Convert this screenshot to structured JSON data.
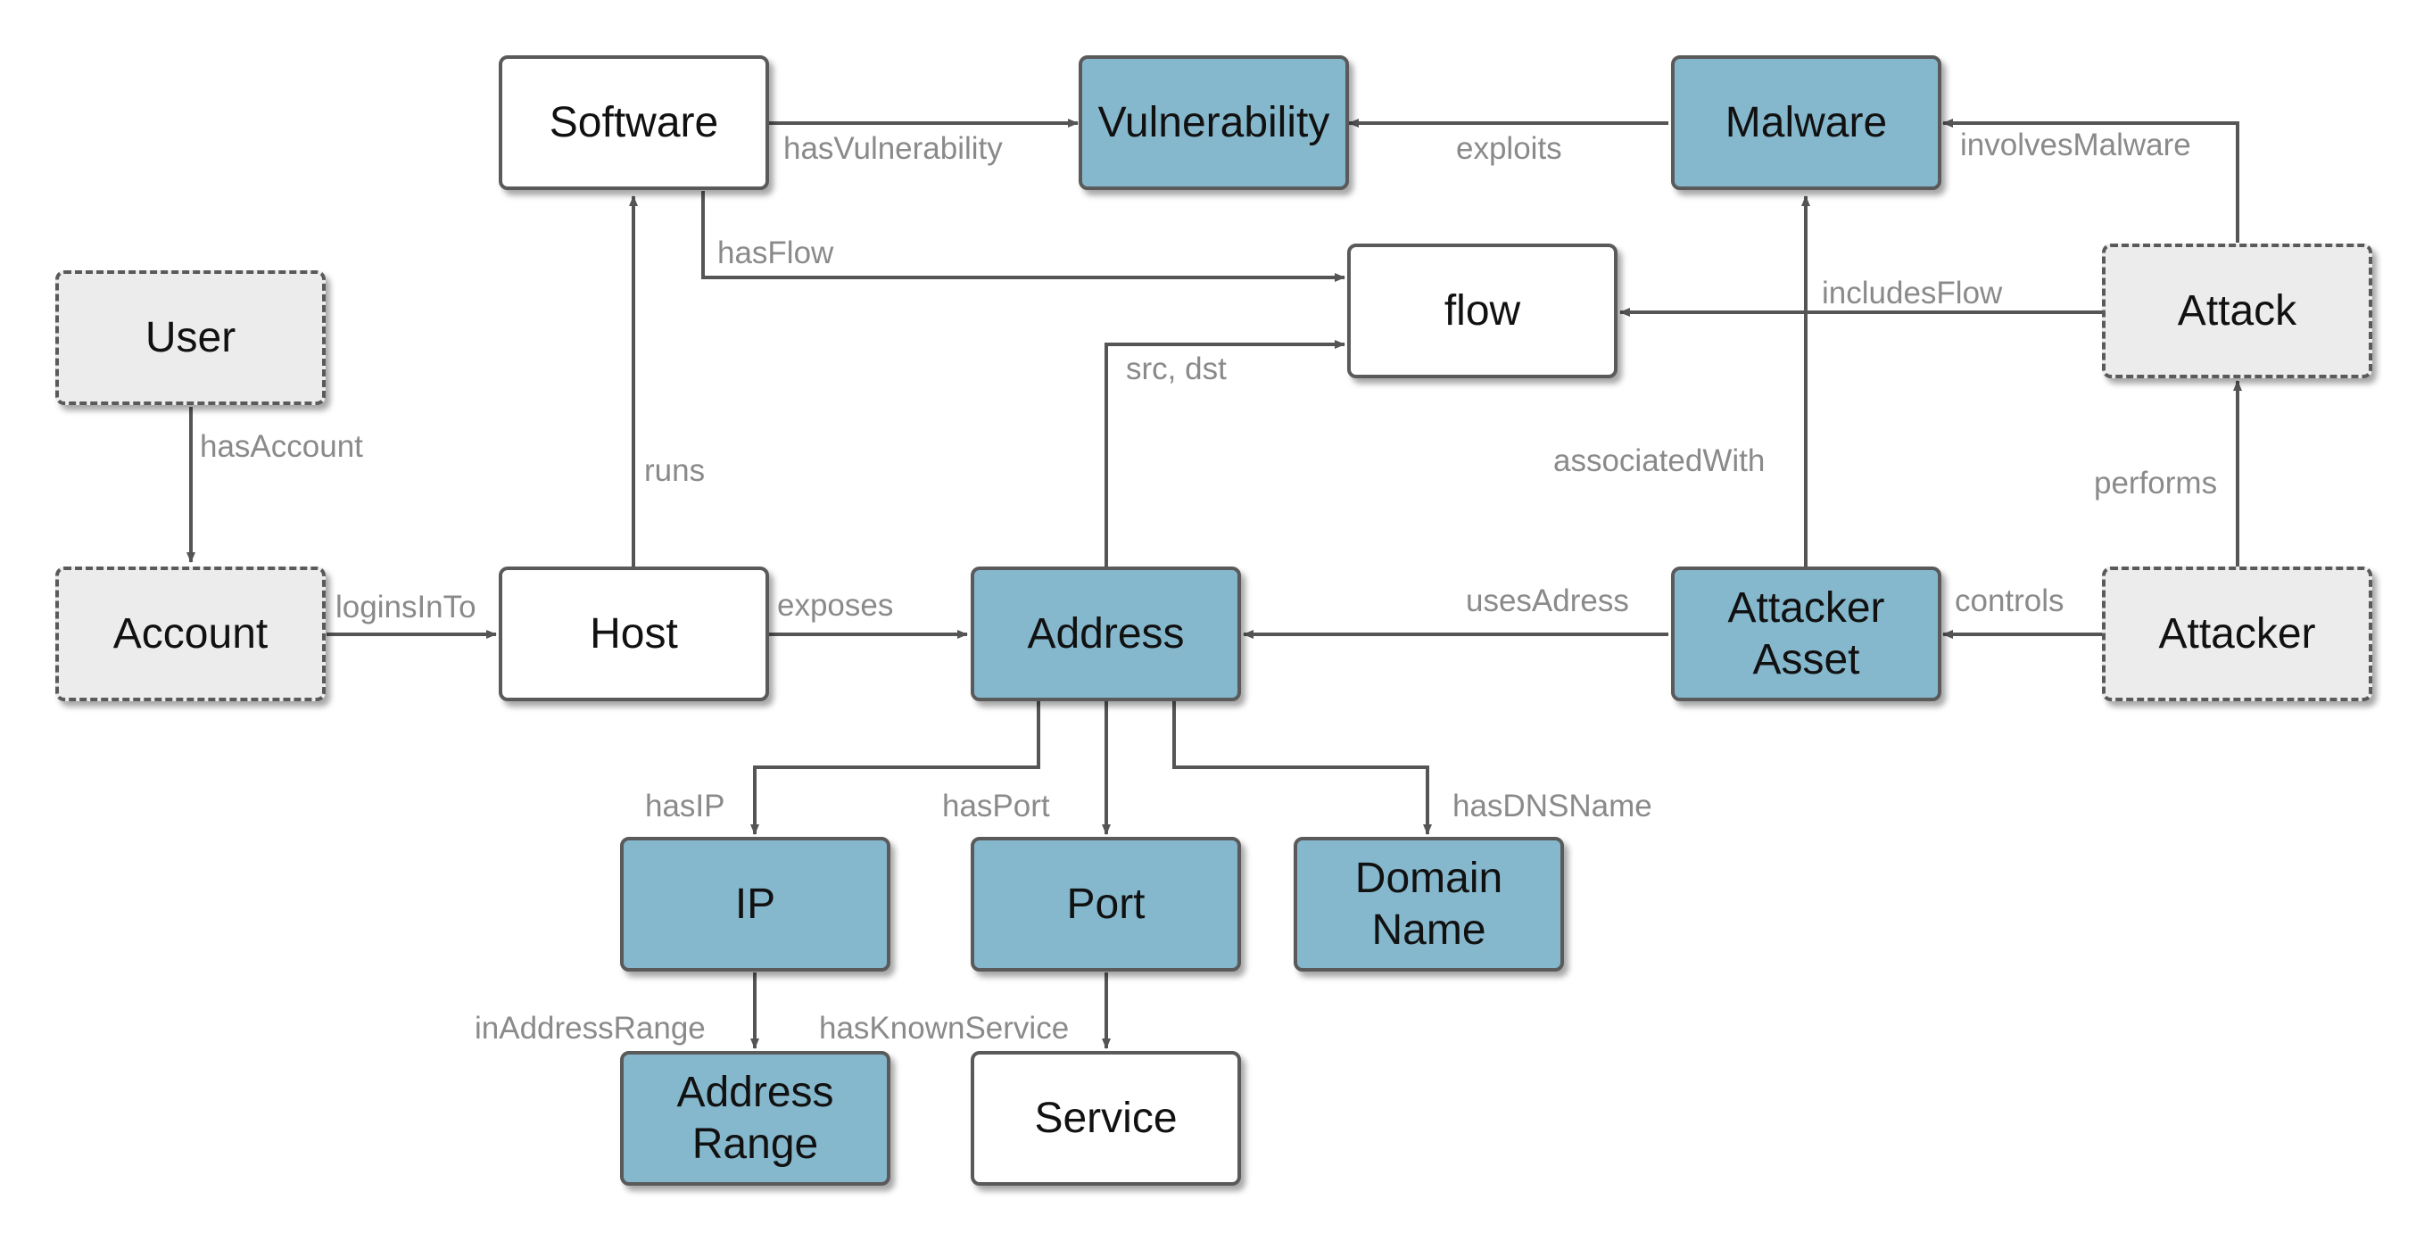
{
  "colors": {
    "entity_blue": "#86b8cd",
    "entity_white": "#ffffff",
    "dashed_fill": "#ececec",
    "border": "#5a5a5a",
    "arrow": "#555555",
    "edge_label": "#8a8a8a"
  },
  "nodes": {
    "software": "Software",
    "vulnerability": "Vulnerability",
    "malware": "Malware",
    "user": "User",
    "flow": "flow",
    "attack": "Attack",
    "account": "Account",
    "host": "Host",
    "address": "Address",
    "attacker_asset": "Attacker\nAsset",
    "attacker": "Attacker",
    "ip": "IP",
    "port": "Port",
    "domain_name": "Domain\nName",
    "address_range": "Address\nRange",
    "service": "Service"
  },
  "edges": {
    "has_vulnerability": "hasVulnerability",
    "exploits": "exploits",
    "involves_malware": "involvesMalware",
    "has_flow": "hasFlow",
    "includes_flow": "includesFlow",
    "src_dst": "src, dst",
    "has_account": "hasAccount",
    "runs": "runs",
    "associated_with": "associatedWith",
    "performs": "performs",
    "logins_in_to": "loginsInTo",
    "exposes": "exposes",
    "uses_adress": "usesAdress",
    "controls": "controls",
    "has_ip": "hasIP",
    "has_port": "hasPort",
    "has_dns_name": "hasDNSName",
    "in_address_range": "inAddressRange",
    "has_known_service": "hasKnownService"
  }
}
